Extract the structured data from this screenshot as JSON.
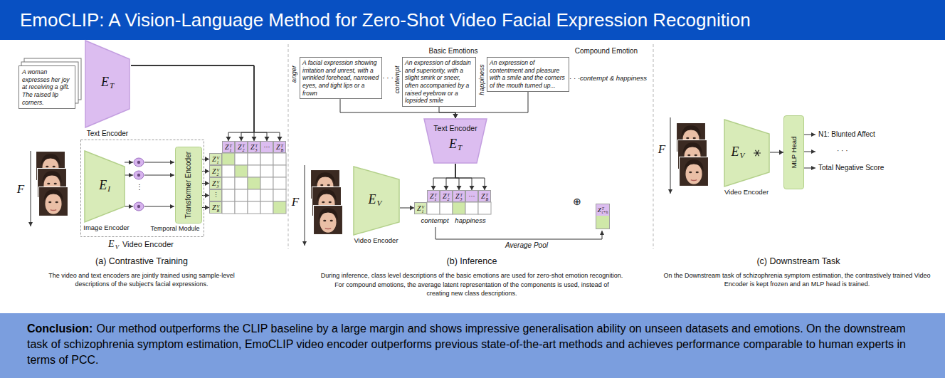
{
  "diagram": {
    "title": "EmoCLIP: A Vision-Language Method for Zero-Shot Video Facial Expression Recognition",
    "nodes": [
      {
        "text": [
          "A woman expresses her joy at receiving a gift. The raised lip corners."
        ]
      },
      {
        "text": [
          "E",
          "T",
          "Text Encoder"
        ]
      },
      {
        "text": [
          "E",
          "V",
          "Video Encoder"
        ]
      },
      {
        "text": [
          "E",
          "I",
          "Image Encoder"
        ],
        "in": 2
      },
      {
        "text": [
          "Transformer Encoder",
          "Temporal Module"
        ],
        "in": 2
      },
      {
        "text": [
          "Z",
          "T",
          "1"
        ]
      },
      {
        "text": [
          "Z",
          "T",
          "2"
        ]
      },
      {
        "text": [
          "Z",
          "T",
          "3"
        ]
      },
      {
        "text": [
          "···"
        ]
      },
      {
        "text": [
          "Z",
          "T",
          "B"
        ]
      },
      {
        "text": [
          "Z",
          "V",
          "1"
        ]
      },
      {
        "text": [
          "Z",
          "V",
          "2"
        ]
      },
      {
        "text": [
          "Z",
          "V",
          "3"
        ]
      },
      {
        "text": [
          "⋮"
        ]
      },
      {
        "text": [
          "Z",
          "V",
          "B"
        ]
      },
      {
        "text": [
          "A facial expression showing irritation and unrest, with a wrinkled forehead, narrowed eyes, and tight lips or a frown"
        ]
      },
      {
        "text": [
          "An expression of disdain and superiority, with a slight smirk or sneer, often accompanied by a raised eyebrow or a lopsided smile"
        ]
      },
      {
        "text": [
          "An expression of contentment and pleasure with a smile and the corners of the mouth turned up..."
        ]
      },
      {
        "text": [
          "Text Encoder",
          "E",
          "T"
        ]
      },
      {
        "text": [
          "E",
          "V",
          "Video Encoder"
        ]
      },
      {
        "text": [
          "Z",
          "V",
          "1"
        ]
      },
      {
        "text": [
          "Z",
          "T",
          "1"
        ]
      },
      {
        "text": [
          "Z",
          "T",
          "2"
        ]
      },
      {
        "text": [
          "Z",
          "T",
          "3"
        ]
      },
      {
        "text": [
          "···"
        ]
      },
      {
        "text": [
          "Z",
          "T",
          "B"
        ]
      },
      {
        "text": [
          "Z",
          "T",
          "c+h"
        ]
      },
      {
        "text": [
          "E",
          "V",
          "Video Encoder"
        ]
      },
      {
        "text": [
          "MLP Head"
        ]
      },
      {
        "text": [
          "Conclusion:",
          "Our method outperforms the CLIP baseline by a large margin and shows impressive generalisation ability on unseen datasets and emotions. On the downstream task of schizophrenia symptom estimation, EmoCLIP video encoder outperforms previous state-of-the-art methods and achieves performance comparable to human experts in terms of PCC."
        ]
      }
    ],
    "edges": [
      {
        "from": 1,
        "to": 5,
        "arrow": "to"
      },
      {
        "from": 1,
        "to": 6,
        "arrow": "to"
      },
      {
        "from": 1,
        "to": 7,
        "arrow": "to"
      },
      {
        "from": 1,
        "to": 8,
        "arrow": "to"
      },
      {
        "from": 1,
        "to": 9,
        "arrow": "to"
      },
      {
        "from": 4,
        "to": 10,
        "arrow": "to"
      },
      {
        "from": 4,
        "to": 11,
        "arrow": "to"
      },
      {
        "from": 4,
        "to": 12,
        "arrow": "to"
      },
      {
        "from": 4,
        "to": 13,
        "arrow": "to"
      },
      {
        "from": 4,
        "to": 14,
        "arrow": "to"
      },
      {
        "from": 15,
        "to": 18,
        "arrow": "to"
      },
      {
        "from": 16,
        "to": 18,
        "arrow": "to"
      },
      {
        "from": 17,
        "to": 18,
        "arrow": "to"
      },
      {
        "from": 18,
        "to": 21,
        "arrow": "to"
      },
      {
        "from": 18,
        "to": 22,
        "arrow": "to"
      },
      {
        "from": 18,
        "to": 23,
        "arrow": "to"
      },
      {
        "from": 18,
        "to": 24,
        "arrow": "to"
      },
      {
        "from": 18,
        "to": 25,
        "arrow": "to"
      },
      {
        "from": 19,
        "to": 20,
        "arrow": "to"
      },
      {
        "from": 27,
        "to": 28,
        "arrow": "to"
      }
    ],
    "labels": [
      "F",
      "⋮",
      "(a) Contrastive Training",
      "The video and text encoders are jointly trained using sample-level descriptions of the subject's facial expressions.",
      "Basic Emotions",
      "Compound Emotion",
      "anger",
      "· · ·",
      "contempt",
      "happiness",
      "· · ·",
      "contempt & happiness",
      "F",
      "contempt",
      "happiness",
      "⊕",
      "Average Pool",
      "(b) Inference",
      "During inference, class level descriptions of the basic emotions are used for zero-shot emotion recognition.",
      "For compound emotions, the average latent representation of the components is used, instead of creating new class descriptions.",
      "F",
      "N1: Blunted Affect",
      "· · ·",
      "Total Negative Score",
      "(c) Downstream Task",
      "On the Downstream task of schizophrenia symptom estimation, the contrastively trained Video Encoder is kept frozen and an MLP head is trained."
    ]
  }
}
